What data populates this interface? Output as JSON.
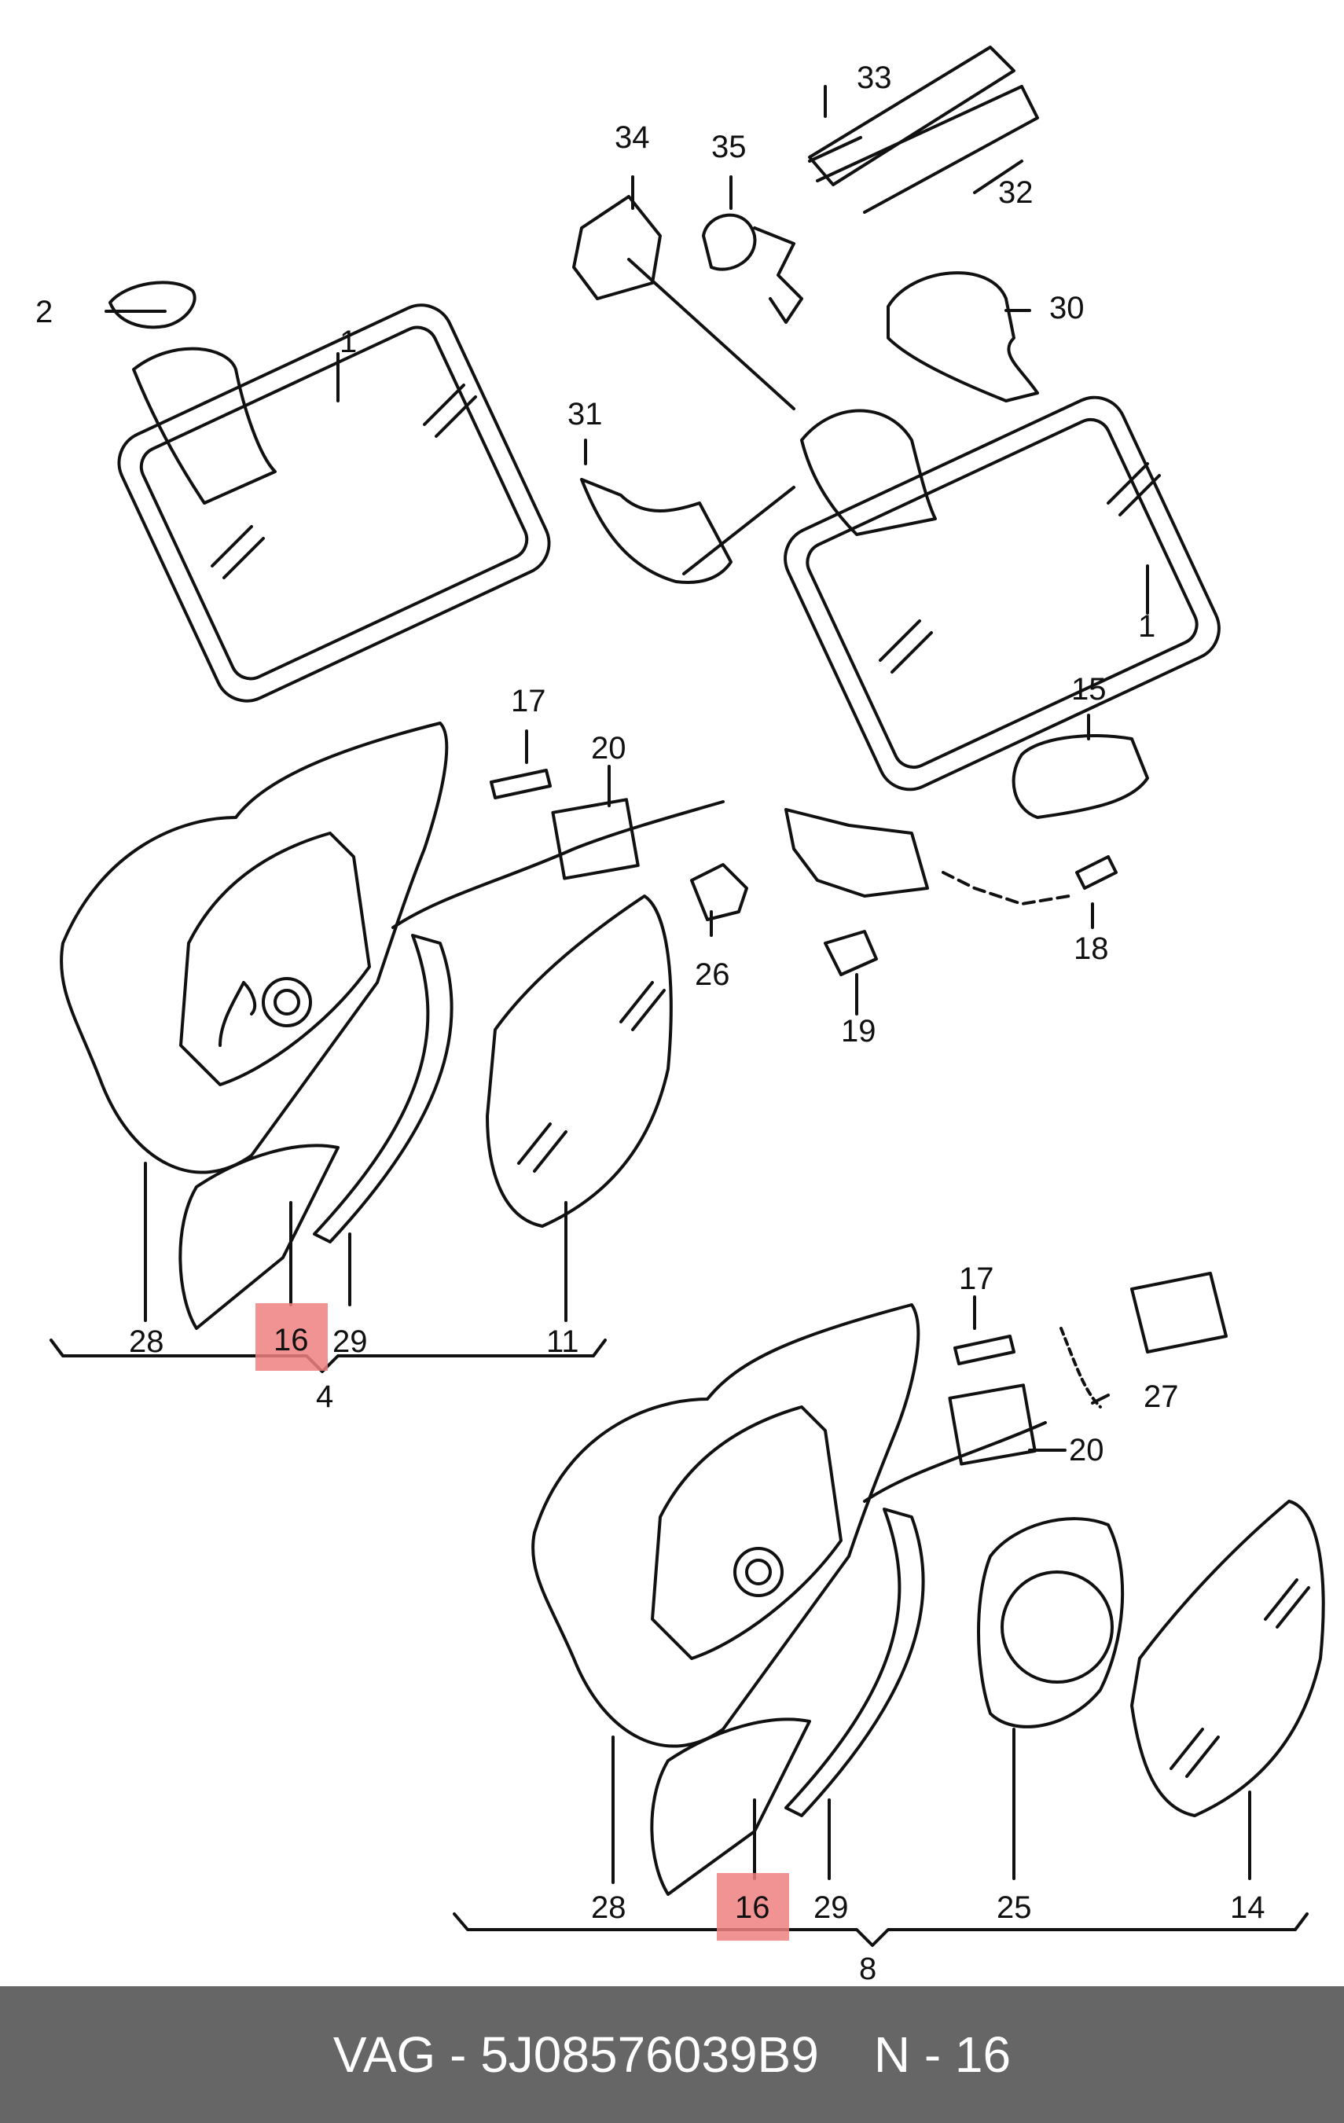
{
  "footer": {
    "code_text": "VAG - 5J08576039B9",
    "ref_text": "N - 16"
  },
  "colors": {
    "highlight": "#f08080",
    "footer_bg": "#666666",
    "footer_text": "#ffffff",
    "line": "#111111"
  },
  "labels": {
    "top": [
      "33",
      "34",
      "35",
      "32",
      "2",
      "30",
      "1",
      "31",
      "1"
    ],
    "left_assembly": [
      "17",
      "20",
      "15",
      "18",
      "26",
      "19",
      "28",
      "16",
      "29",
      "11",
      "4"
    ],
    "right_assembly": [
      "17",
      "27",
      "20",
      "28",
      "16",
      "29",
      "25",
      "14",
      "8"
    ]
  },
  "highlighted_parts": [
    "16",
    "16"
  ]
}
